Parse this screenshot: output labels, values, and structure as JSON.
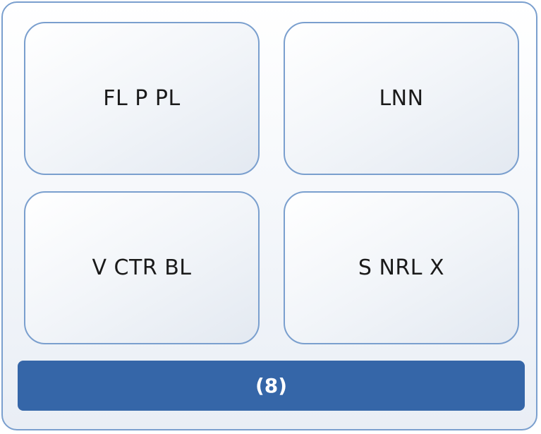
{
  "tiles": [
    {
      "label": "FL P PL"
    },
    {
      "label": "LNN"
    },
    {
      "label": "V CTR BL"
    },
    {
      "label": "S NRL X"
    }
  ],
  "footer": {
    "label": "(8)"
  },
  "colors": {
    "border": "#7a9fce",
    "footer_fill": "#3566a8",
    "text": "#1a1a1a",
    "footer_text": "#ffffff"
  }
}
